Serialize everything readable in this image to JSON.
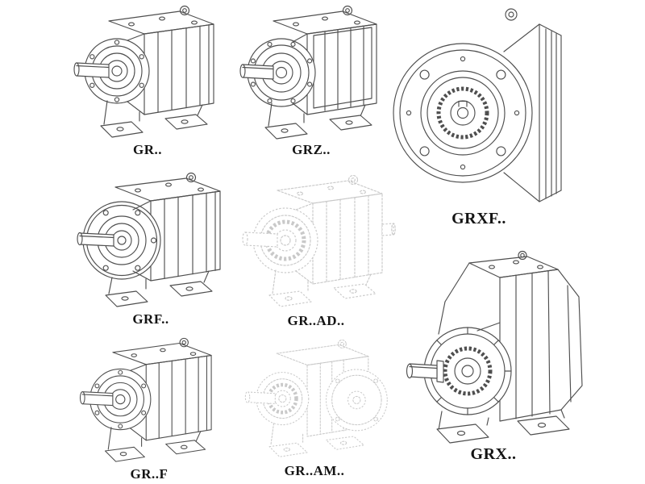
{
  "page": {
    "background": "#ffffff",
    "line_color": "#4f4f4f",
    "phantom_line_color": "#c9c9c9",
    "label_color": "#141414"
  },
  "items": [
    {
      "model": "GR..",
      "drawing": "helical-gear-unit-foot-mounted",
      "render": "solid"
    },
    {
      "model": "GRZ..",
      "drawing": "helical-gear-unit-foot-mounted",
      "render": "solid"
    },
    {
      "model": "GRXF..",
      "drawing": "helical-gear-unit-flange-front-view",
      "render": "solid"
    },
    {
      "model": "GRF..",
      "drawing": "helical-gear-unit-input-flange",
      "render": "solid"
    },
    {
      "model": "GR..AD..",
      "drawing": "helical-gear-unit-input-adapter",
      "render": "phantom"
    },
    {
      "model": "GR..F",
      "drawing": "helical-gear-unit-foot-mounted",
      "render": "solid"
    },
    {
      "model": "GR..AM..",
      "drawing": "helical-gear-unit-motor-flange-adapter",
      "render": "phantom"
    },
    {
      "model": "GRX..",
      "drawing": "helical-gear-unit-large-foot-mounted",
      "render": "solid"
    }
  ]
}
